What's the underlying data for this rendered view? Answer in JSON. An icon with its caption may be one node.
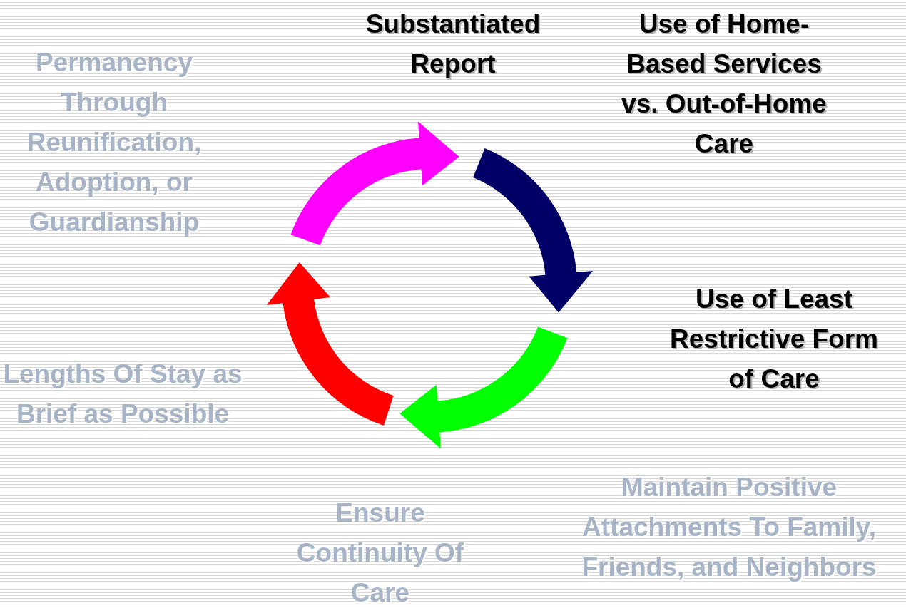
{
  "diagram": {
    "labels": [
      "Substantiated Report",
      "Use of Home-Based Services vs. Out-of-Home Care",
      "Use of Least Restrictive Form of Care",
      "Maintain Positive Attachments To Family, Friends, and Neighbors",
      "Ensure Continuity Of Care",
      "Lengths Of Stay as Brief as Possible",
      "Permanency Through Reunification, Adoption, or Guardianship"
    ]
  }
}
